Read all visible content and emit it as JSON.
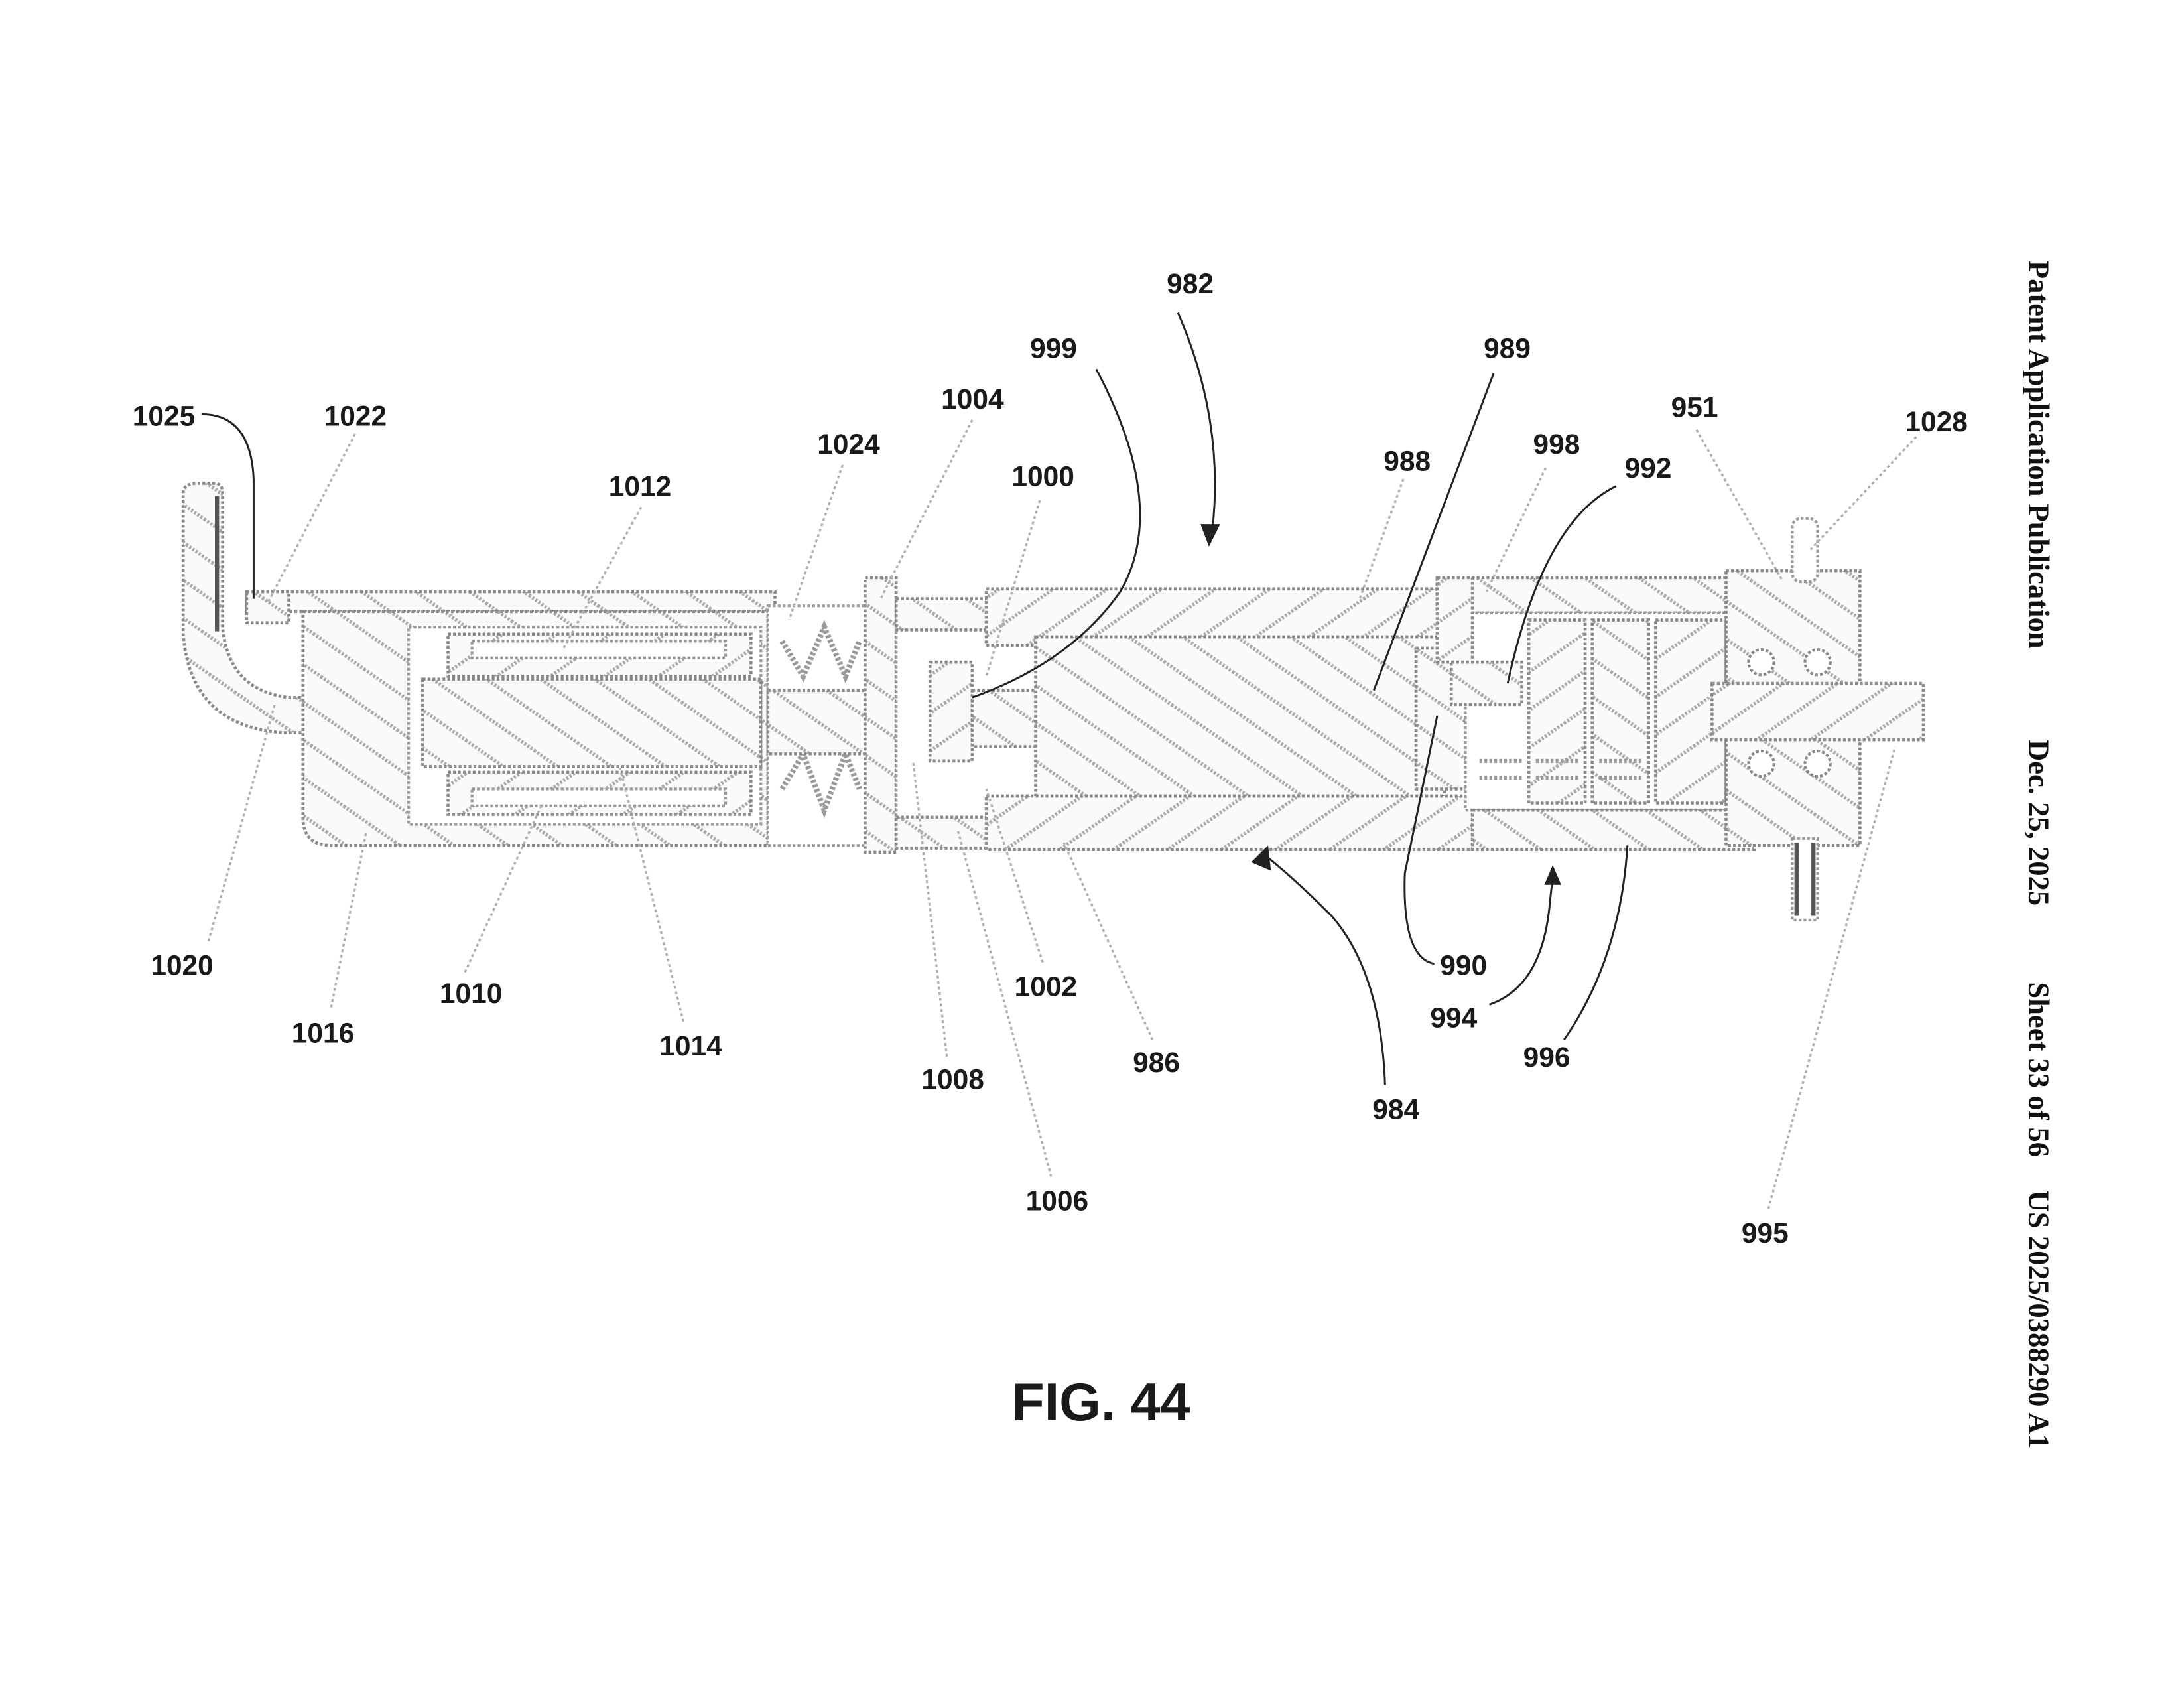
{
  "header": {
    "publication_type": "Patent Application Publication",
    "date": "Dec. 25, 2025",
    "sheet": "Sheet 33 of 56",
    "publication_number": "US 2025/0388290 A1"
  },
  "figure": {
    "caption": "FIG. 44"
  },
  "reference_numerals": {
    "n982": "982",
    "n999": "999",
    "n989": "989",
    "n1025": "1025",
    "n1022": "1022",
    "n1004": "1004",
    "n1024": "1024",
    "n1012": "1012",
    "n1000": "1000",
    "n988": "988",
    "n998": "998",
    "n992": "992",
    "n951": "951",
    "n1028": "1028",
    "n1020": "1020",
    "n1016": "1016",
    "n1010": "1010",
    "n1014": "1014",
    "n1008": "1008",
    "n1002": "1002",
    "n1006": "1006",
    "n986": "986",
    "n984": "984",
    "n990": "990",
    "n994": "994",
    "n996": "996",
    "n995": "995"
  }
}
